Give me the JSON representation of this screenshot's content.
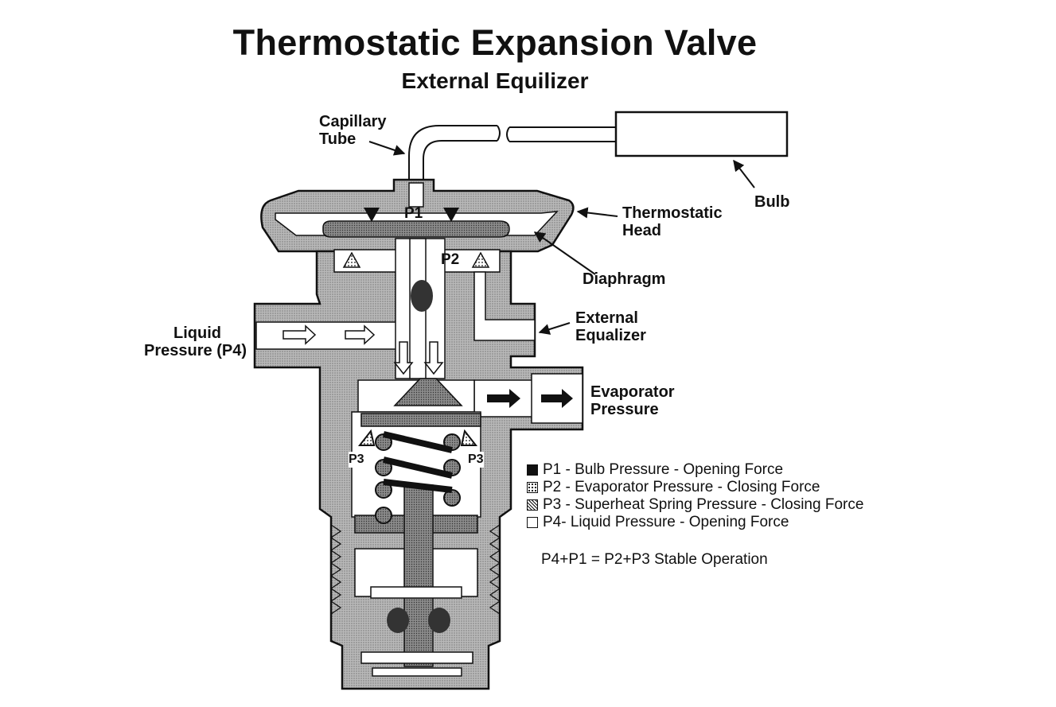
{
  "title": "Thermostatic Expansion Valve",
  "subtitle": "External Equilizer",
  "labels": {
    "capillary_tube_line1": "Capillary",
    "capillary_tube_line2": "Tube",
    "bulb": "Bulb",
    "thermostatic_head_line1": "Thermostatic",
    "thermostatic_head_line2": "Head",
    "diaphragm": "Diaphragm",
    "external_equalizer_line1": "External",
    "external_equalizer_line2": "Equalizer",
    "liquid_pressure_line1": "Liquid",
    "liquid_pressure_line2": "Pressure (P4)",
    "evaporator_pressure_line1": "Evaporator",
    "evaporator_pressure_line2": "Pressure",
    "p1": "P1",
    "p2": "P2",
    "p3_left": "P3",
    "p3_right": "P3"
  },
  "legend": [
    {
      "swatch": "solid",
      "text": "P1 - Bulb Pressure - Opening Force"
    },
    {
      "swatch": "dots",
      "text": "P2 - Evaporator Pressure - Closing Force"
    },
    {
      "swatch": "hatch",
      "text": "P3 - Superheat Spring Pressure - Closing Force"
    },
    {
      "swatch": "open",
      "text": "P4- Liquid Pressure - Opening Force"
    }
  ],
  "equation": "P4+P1 = P2+P3  Stable Operation",
  "colors": {
    "ink": "#111111",
    "body_fill": "#b3b3b3",
    "dark_fill": "#777777",
    "passage": "#ffffff"
  }
}
